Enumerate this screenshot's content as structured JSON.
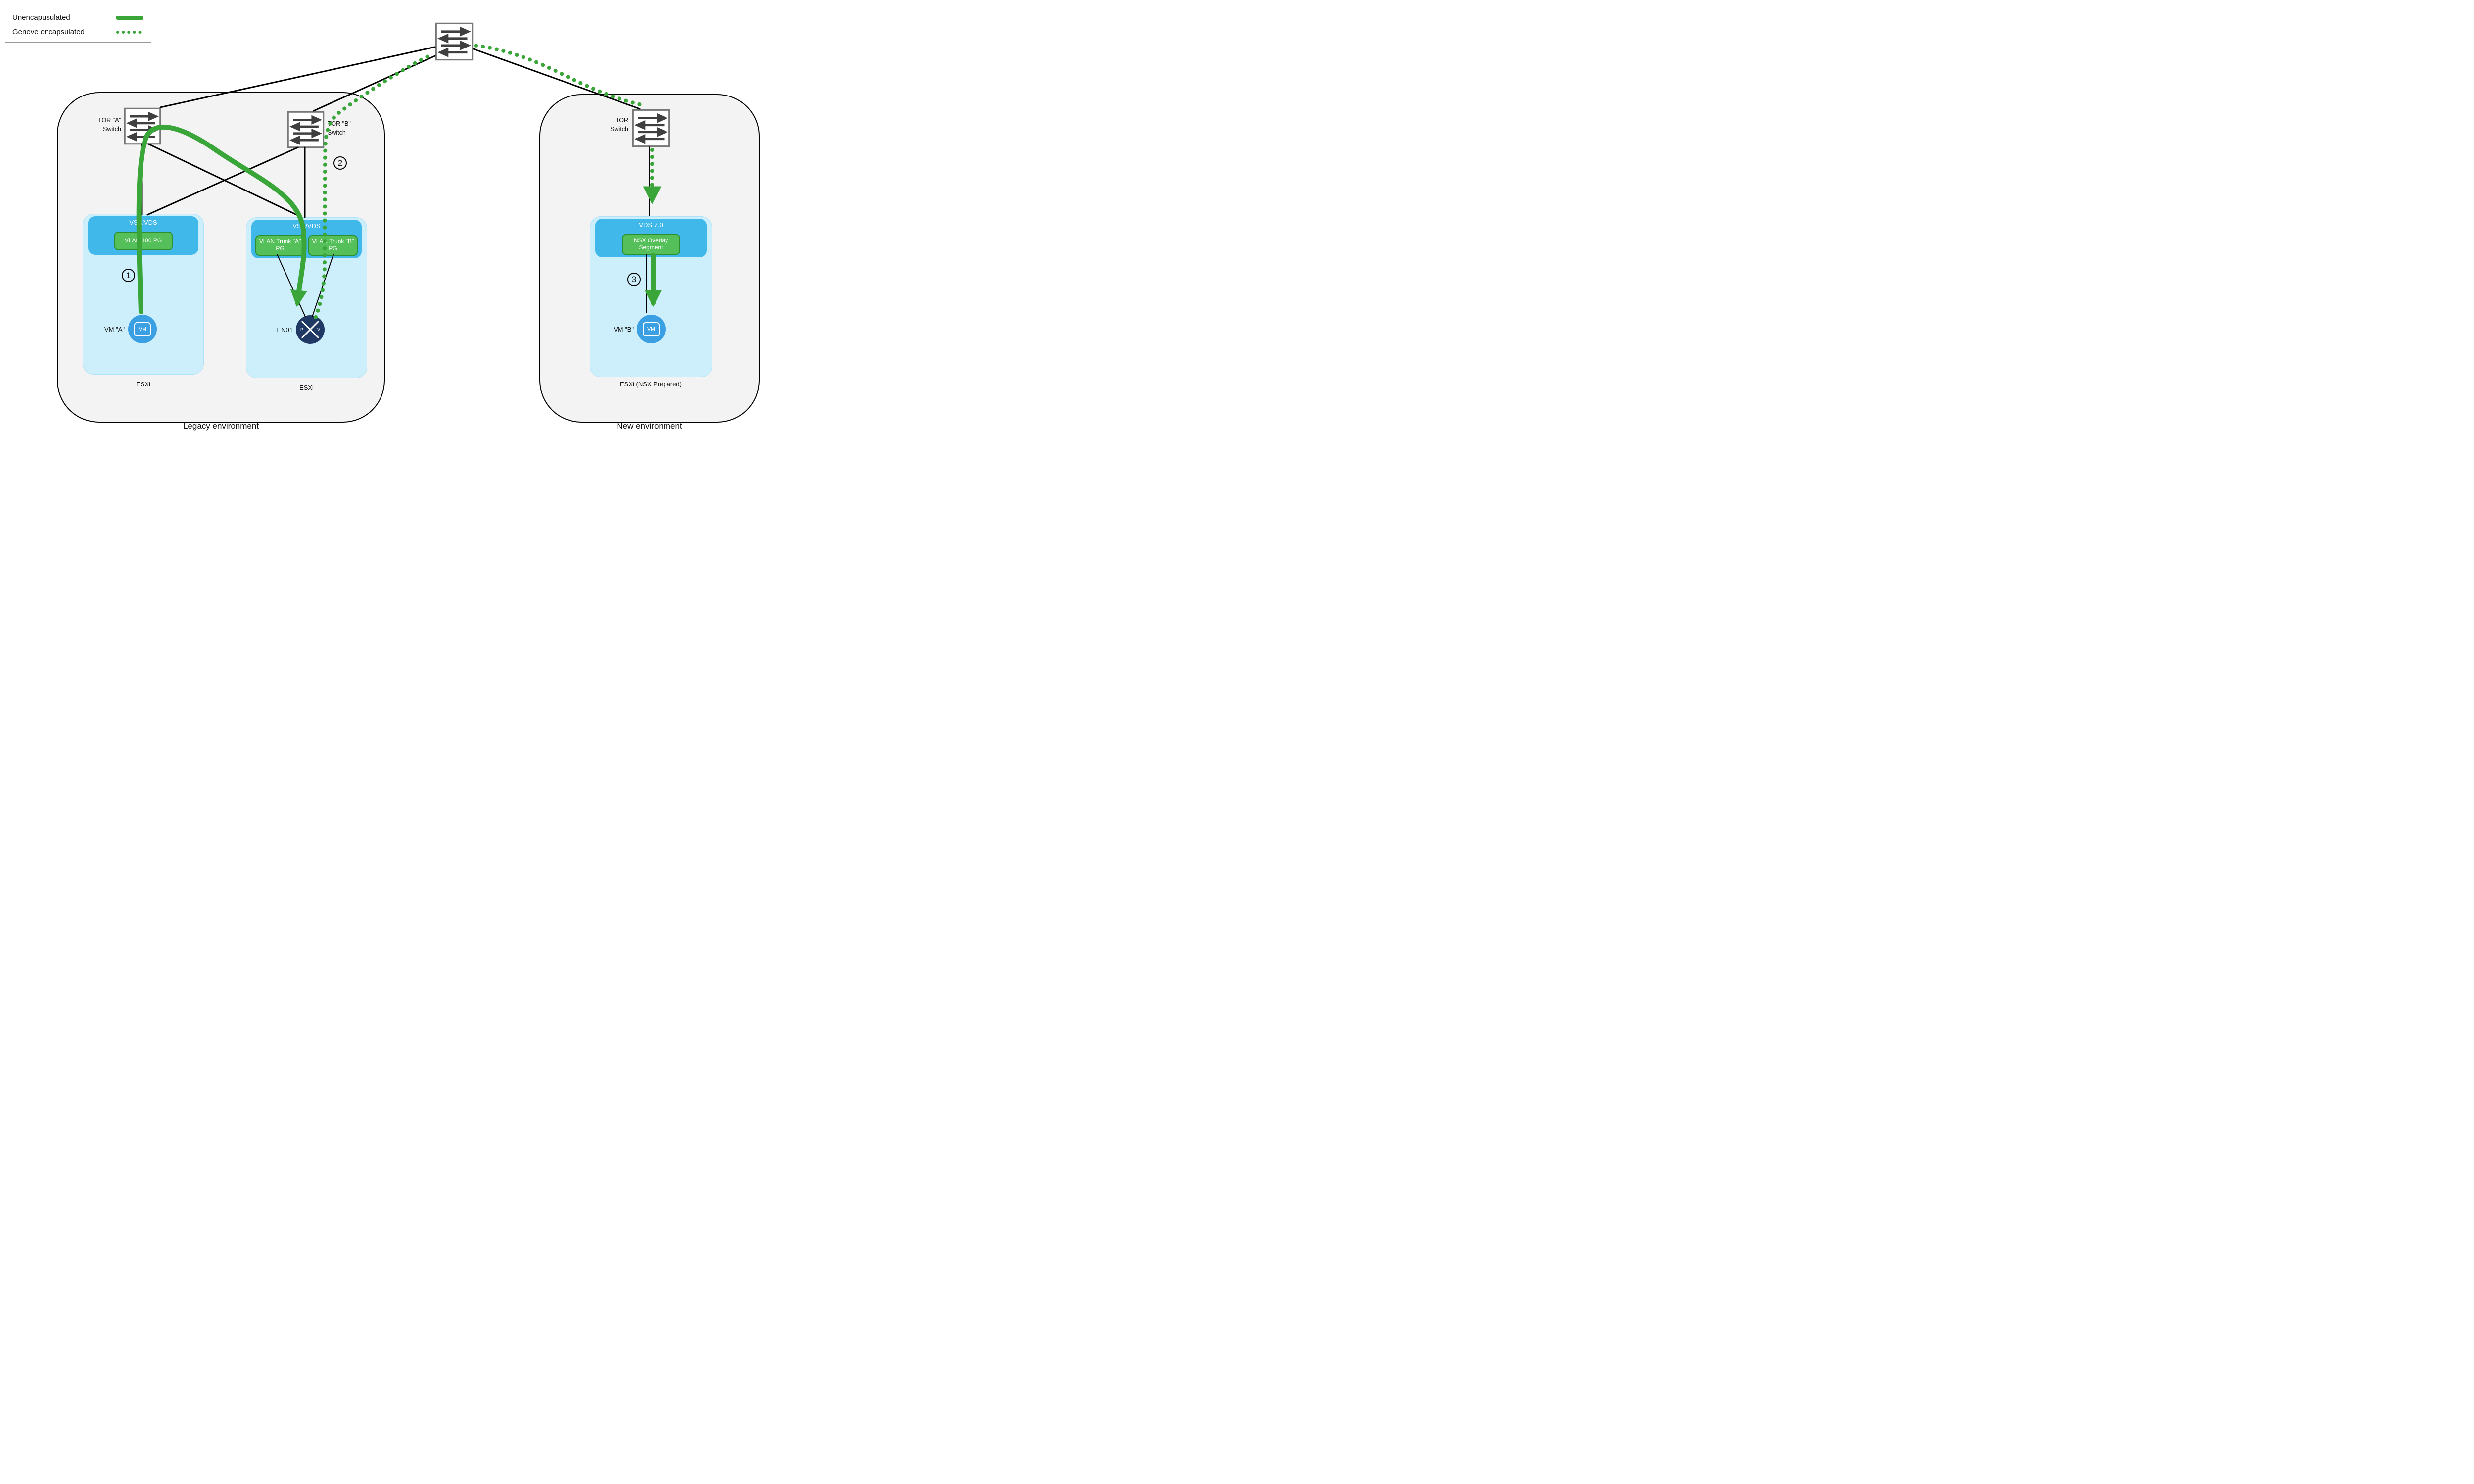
{
  "colors": {
    "green": "#3aa63a",
    "pg_fill": "#55c05a",
    "pg_border": "#2e8f2e",
    "vswitch_blue": "#41b8ea",
    "host_blue": "#cdeefb",
    "vm_blue": "#3b9fe3",
    "en_navy": "#1f3864"
  },
  "legend": {
    "items": [
      {
        "label": "Unencapusulated",
        "line_style": "solid"
      },
      {
        "label": "Geneve encapsulated",
        "line_style": "dotted"
      }
    ]
  },
  "legacy": {
    "label": "Legacy environment",
    "tor_a": {
      "line1": "TOR \"A\"",
      "line2": "Switch"
    },
    "tor_b": {
      "line1": "TOR \"B\"",
      "line2": "Switch"
    },
    "host1": {
      "vswitch": "VSS/VDS",
      "portgroups": [
        {
          "label": "VLAN 100 PG"
        }
      ],
      "vm": {
        "label": "VM \"A\"",
        "icon_text": "VM"
      },
      "esxi": "ESXi"
    },
    "host2": {
      "vswitch": "VSS/VDS",
      "portgroups": [
        {
          "label": "VLAN Trunk \"A\" PG"
        },
        {
          "label": "VLAN Trunk \"B\" PG"
        }
      ],
      "edge_node": {
        "label": "EN01",
        "letter_p": "P",
        "letter_v": "V"
      },
      "esxi": "ESXi"
    }
  },
  "new_env": {
    "label": "New environment",
    "tor": {
      "line1": "TOR",
      "line2": "Switch"
    },
    "host": {
      "vswitch": "VDS 7.0",
      "portgroups": [
        {
          "label": "NSX Overlay Segment"
        }
      ],
      "vm": {
        "label": "VM \"B\"",
        "icon_text": "VM"
      },
      "esxi": "ESXi (NSX Prepared)"
    }
  },
  "steps": {
    "one": "1",
    "two": "2",
    "three": "3"
  }
}
